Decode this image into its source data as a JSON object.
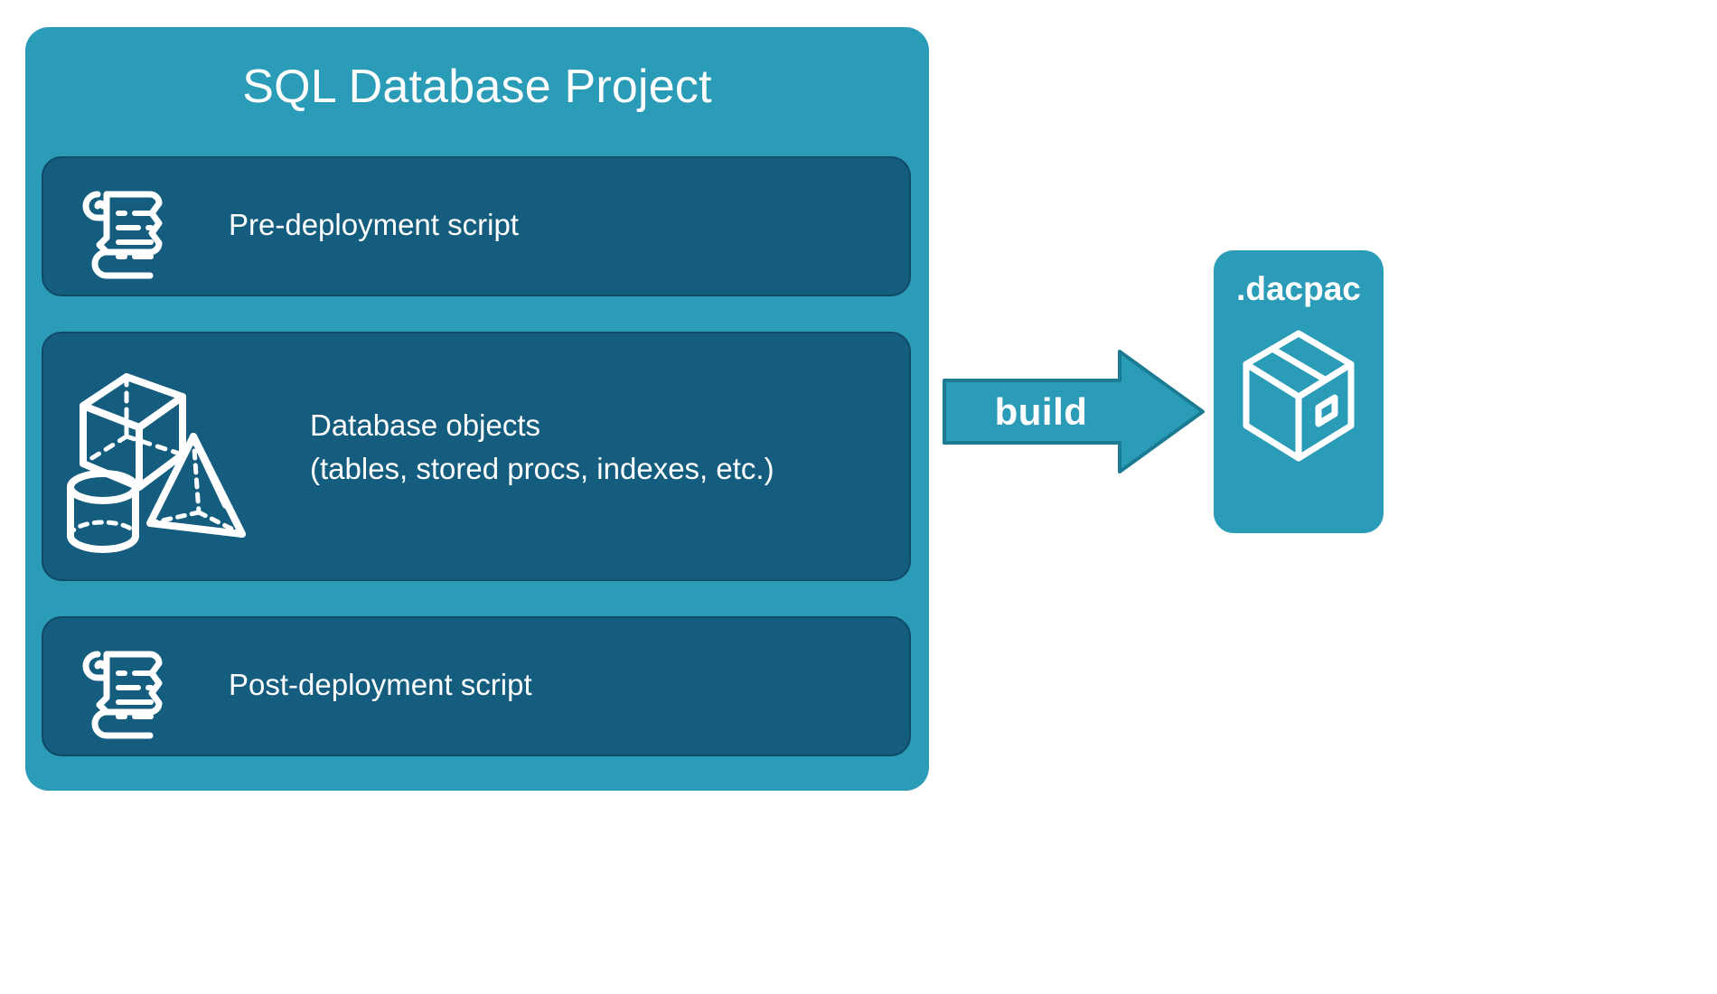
{
  "diagram": {
    "title": "SQL Database Project build diagram",
    "colors": {
      "background": "#ffffff",
      "project_fill": "#2b9cb8",
      "card_fill": "#155d7e",
      "card_stroke": "#0f4a66",
      "text": "#ffffff",
      "arrow_fill": "#2b9cb8",
      "arrow_stroke": "#1b7b93"
    }
  },
  "project": {
    "title": "SQL Database Project",
    "items": [
      {
        "id": "pre-deployment",
        "label": "Pre-deployment script",
        "icon": "scroll-script-icon"
      },
      {
        "id": "database-objects",
        "label": "Database objects\n(tables, stored procs, indexes, etc.)",
        "icon": "3d-shapes-icon"
      },
      {
        "id": "post-deployment",
        "label": "Post-deployment script",
        "icon": "scroll-script-icon"
      }
    ]
  },
  "arrow": {
    "label": "build",
    "direction": "right",
    "icon": "right-block-arrow-icon"
  },
  "output": {
    "label": ".dacpac",
    "icon": "package-box-icon"
  }
}
